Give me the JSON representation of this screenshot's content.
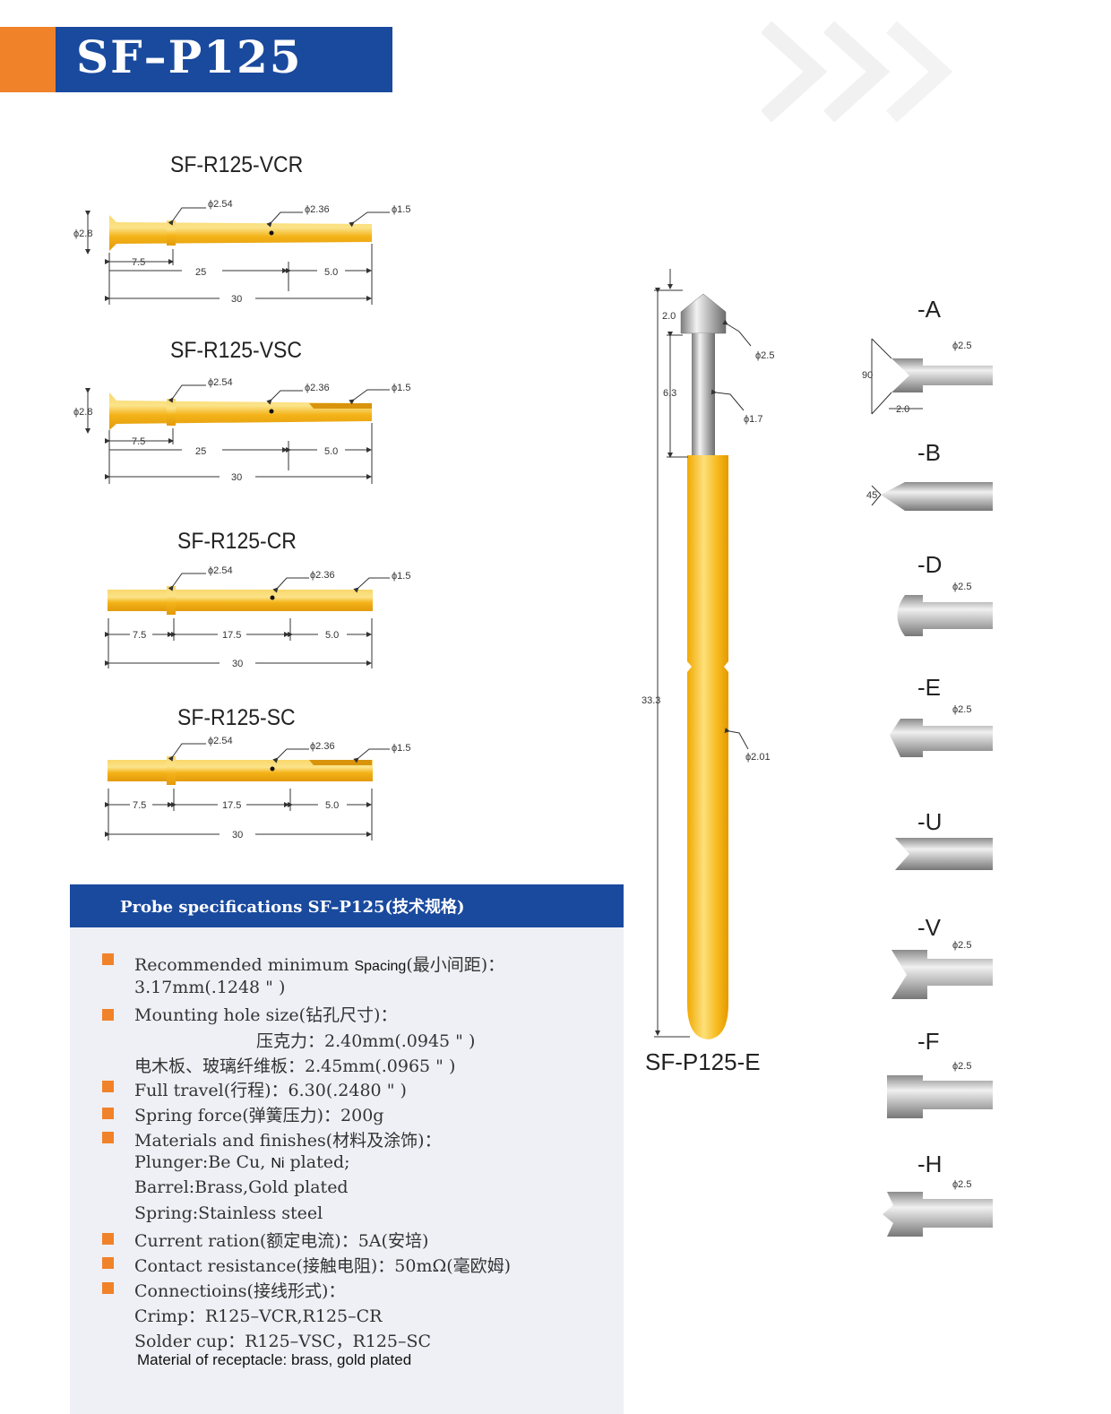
{
  "header": {
    "title": "SF–P125"
  },
  "variants": [
    {
      "name": "SF-R125-VCR",
      "d_big": "ϕ2.54",
      "d_mid": "ϕ2.36",
      "d_small": "ϕ1.5",
      "flange": "ϕ2.8",
      "a": "7.5",
      "b": "25",
      "c": "5.0",
      "total": "30"
    },
    {
      "name": "SF-R125-VSC",
      "d_big": "ϕ2.54",
      "d_mid": "ϕ2.36",
      "d_small": "ϕ1.5",
      "flange": "ϕ2.8",
      "a": "7.5",
      "b": "25",
      "c": "5.0",
      "total": "30"
    },
    {
      "name": "SF-R125-CR",
      "d_big": "ϕ2.54",
      "d_mid": "ϕ2.36",
      "d_small": "ϕ1.5",
      "a": "7.5",
      "b": "17.5",
      "c": "5.0",
      "total": "30"
    },
    {
      "name": "SF-R125-SC",
      "d_big": "ϕ2.54",
      "d_mid": "ϕ2.36",
      "d_small": "ϕ1.5",
      "a": "7.5",
      "b": "17.5",
      "c": "5.0",
      "total": "30"
    }
  ],
  "probe": {
    "name": "SF-P125-E",
    "tip_len": "2.0",
    "tip_dia": "ϕ2.5",
    "plunger_len": "6.3",
    "plunger_dia": "ϕ1.7",
    "total_len": "33.3",
    "barrel_dia": "ϕ2.01"
  },
  "tips": [
    {
      "label": "-A",
      "dia": "ϕ2.5",
      "angle": "90",
      "len": "2.0"
    },
    {
      "label": "-B",
      "angle": "45"
    },
    {
      "label": "-D",
      "dia": "ϕ2.5"
    },
    {
      "label": "-E",
      "dia": "ϕ2.5"
    },
    {
      "label": "-U"
    },
    {
      "label": "-V",
      "dia": "ϕ2.5"
    },
    {
      "label": "-F",
      "dia": "ϕ2.5"
    },
    {
      "label": "-H",
      "dia": "ϕ2.5"
    }
  ],
  "specs": {
    "title": "Probe specifications SF–P125(技术规格)",
    "spacing_pre": "Recommended minimum ",
    "spacing_word": "Spacing",
    "spacing_post": "(最小间距)：",
    "spacing_val": "3.17mm(.1248 \" )",
    "mount": "Mounting hole size(钻孔尺寸)：",
    "mount_a": "压克力：2.40mm(.0945 \" )",
    "mount_b": "电木板、玻璃纤维板：2.45mm(.0965 \" )",
    "travel": "Full travel(行程)：6.30(.2480 \" )",
    "force": "Spring force(弹簧压力)：200g",
    "materials": "Materials and finishes(材料及涂饰)：",
    "plunger_pre": "Plunger:Be Cu,",
    "plunger_ni": "Ni",
    "plunger_post": "plated;",
    "barrel": "Barrel:Brass,Gold plated",
    "spring": "Spring:Stainless steel",
    "current": "Current ration(额定电流)：5A(安培)",
    "resistance": "Contact resistance(接触电阻)：50mΩ(毫欧姆)",
    "connections": "Connectioins(接线形式)：",
    "crimp": "Crimp：R125–VCR,R125–CR",
    "solder": "Solder cup：R125–VSC，R125–SC",
    "note": "Material of receptacle: brass, gold plated"
  }
}
